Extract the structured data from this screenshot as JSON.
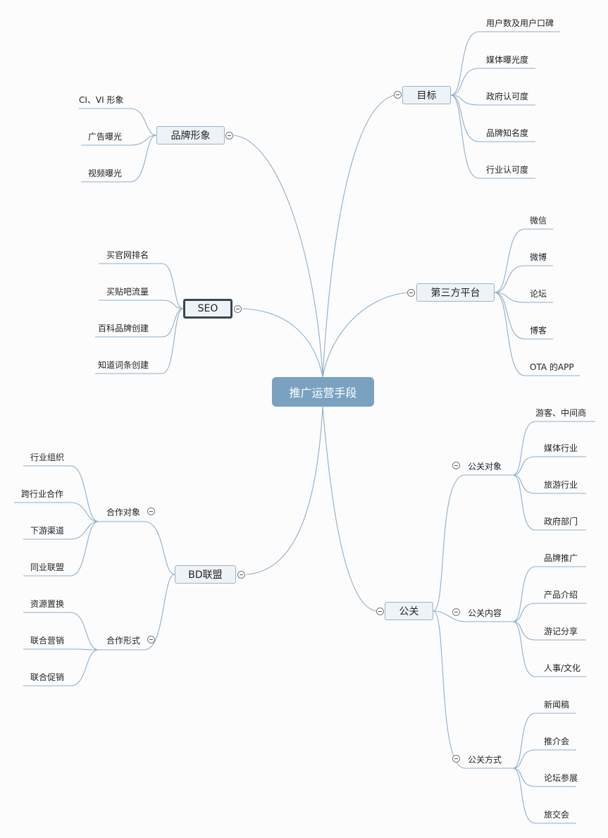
{
  "center": "推广运营手段",
  "brand": {
    "title": "品牌形象",
    "items": [
      "CI、VI 形象",
      "广告曝光",
      "视频曝光"
    ]
  },
  "seo": {
    "title": "SEO",
    "items": [
      "买官网排名",
      "买贴吧流量",
      "百科品牌创建",
      "知道词条创建"
    ]
  },
  "bd": {
    "title": "BD联盟",
    "groups": [
      {
        "title": "合作对象",
        "items": [
          "行业组织",
          "跨行业合作",
          "下游渠道",
          "同业联盟"
        ]
      },
      {
        "title": "合作形式",
        "items": [
          "资源置换",
          "联合营销",
          "联合促销"
        ]
      }
    ]
  },
  "goal": {
    "title": "目标",
    "items": [
      "用户数及用户口碑",
      "媒体曝光度",
      "政府认可度",
      "品牌知名度",
      "行业认可度"
    ]
  },
  "third": {
    "title": "第三方平台",
    "items": [
      "微信",
      "微博",
      "论坛",
      "博客",
      "OTA 的APP"
    ]
  },
  "pr": {
    "title": "公关",
    "groups": [
      {
        "title": "公关对象",
        "items": [
          "游客、中间商",
          "媒体行业",
          "旅游行业",
          "政府部门"
        ]
      },
      {
        "title": "公关内容",
        "items": [
          "品牌推广",
          "产品介绍",
          "游记分享",
          "人事/文化"
        ]
      },
      {
        "title": "公关方式",
        "items": [
          "新闻稿",
          "推介会",
          "论坛参展",
          "旅交会"
        ]
      }
    ]
  }
}
